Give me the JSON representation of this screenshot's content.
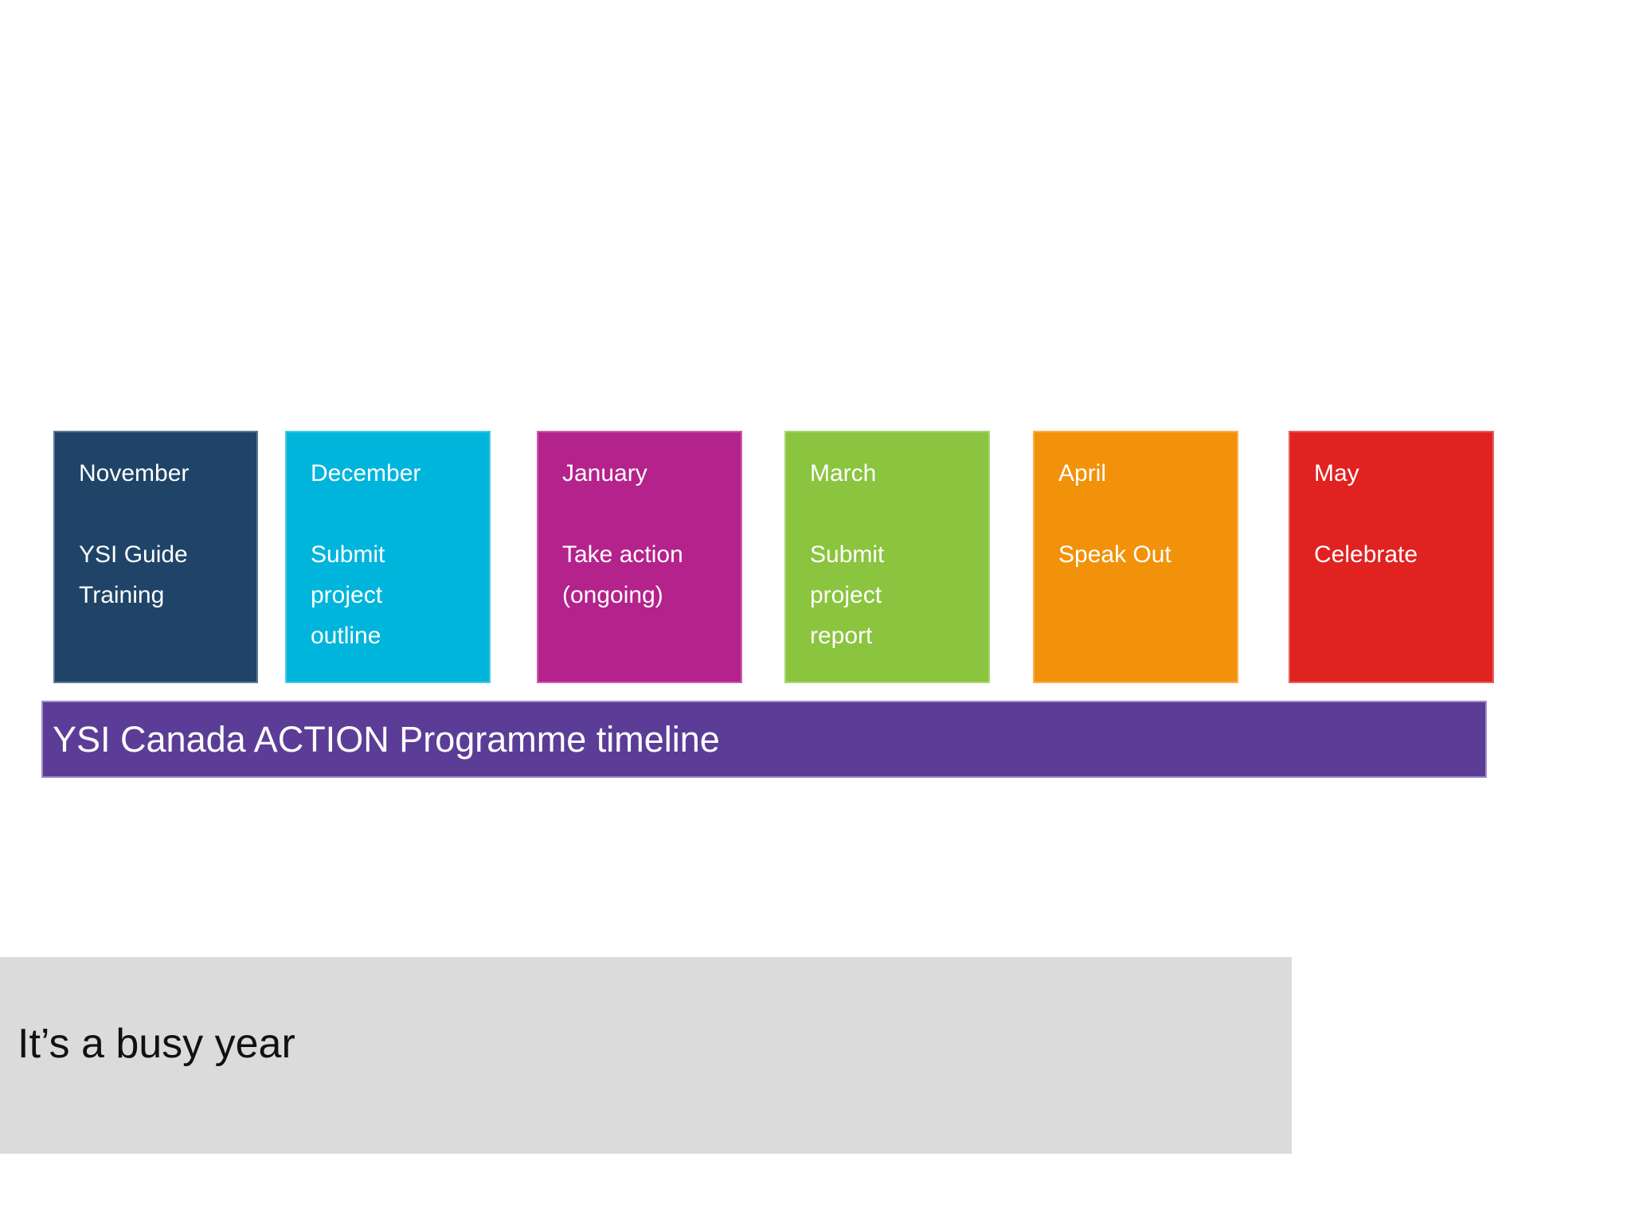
{
  "timeline_cards": [
    {
      "month": "November",
      "body": "YSI Guide\nTraining",
      "color": "#1F4467"
    },
    {
      "month": "December",
      "body": "Submit\nproject\noutline",
      "color": "#00B5DC"
    },
    {
      "month": "January",
      "body": "Take action\n(ongoing)",
      "color": "#B4228C"
    },
    {
      "month": "March",
      "body": "Submit\nproject\nreport",
      "color": "#8BC43E"
    },
    {
      "month": "April",
      "body": "Speak Out",
      "color": "#F2920B"
    },
    {
      "month": "May",
      "body": "Celebrate",
      "color": "#E02220"
    }
  ],
  "banner": {
    "label": "YSI Canada ACTION Programme timeline",
    "color": "#5B3D97"
  },
  "footer_note": {
    "label": "It’s a busy year",
    "background": "#DBDBDB"
  }
}
